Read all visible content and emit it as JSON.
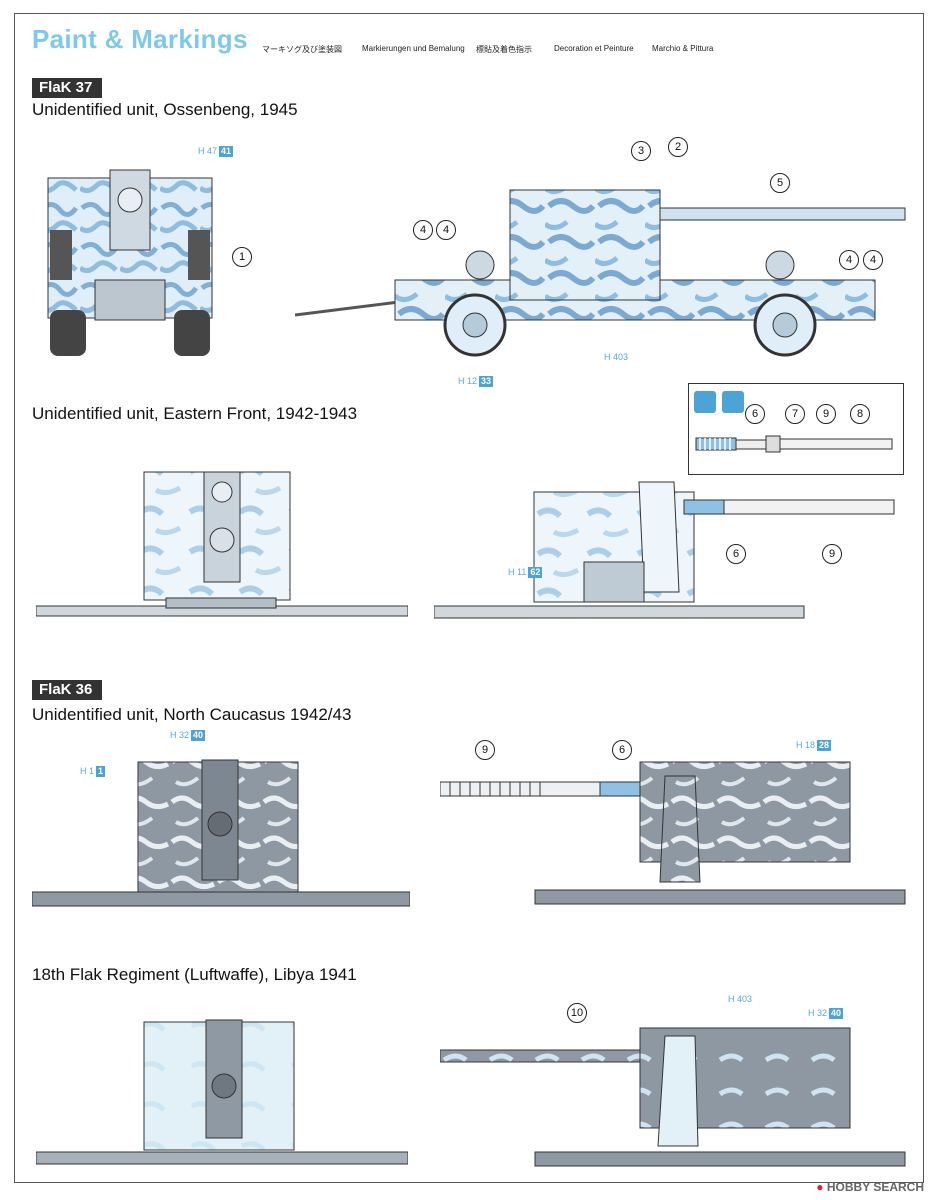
{
  "header": {
    "title": "Paint & Markings",
    "translations": [
      "マーキソグ及び塗装図",
      "Markierungen und Bemalung",
      "標貼及着色指示",
      "Decoration et Peinture",
      "Marchio & Pittura"
    ]
  },
  "sections": [
    {
      "badge": "FlaK 37",
      "profiles": [
        {
          "caption": "Unidentified unit, Ossenbeng, 1945",
          "codes": [
            {
              "prefix": "H 47",
              "num": "41"
            },
            {
              "prefix": "H 403",
              "num": ""
            },
            {
              "prefix": "H 12",
              "num": "33"
            }
          ],
          "callouts": [
            "1",
            "3",
            "2",
            "5",
            "4",
            "4",
            "4",
            "4"
          ]
        },
        {
          "caption": "Unidentified unit, Eastern Front, 1942-1943",
          "codes": [
            {
              "prefix": "H 11",
              "num": "62"
            }
          ],
          "callouts": [
            "6",
            "7",
            "9",
            "8",
            "6",
            "9"
          ]
        }
      ]
    },
    {
      "badge": "FlaK 36",
      "profiles": [
        {
          "caption": "Unidentified unit, North Caucasus 1942/43",
          "codes": [
            {
              "prefix": "H 32",
              "num": "40"
            },
            {
              "prefix": "H 1",
              "num": "1"
            },
            {
              "prefix": "H 18",
              "num": "28"
            }
          ],
          "callouts": [
            "9",
            "6"
          ]
        },
        {
          "caption": "18th Flak Regiment (Luftwaffe), Libya 1941",
          "codes": [
            {
              "prefix": "H 403",
              "num": ""
            },
            {
              "prefix": "H 32",
              "num": "40"
            }
          ],
          "callouts": [
            "10"
          ]
        }
      ]
    }
  ],
  "watermark": "HOBBY SEARCH",
  "colors": {
    "title": "#7ec8ec",
    "code_box": "#4ba3d6",
    "camo_light": "#dfeef8",
    "camo_blue": "#7fb0d8",
    "grey": "#9aa3ab"
  }
}
